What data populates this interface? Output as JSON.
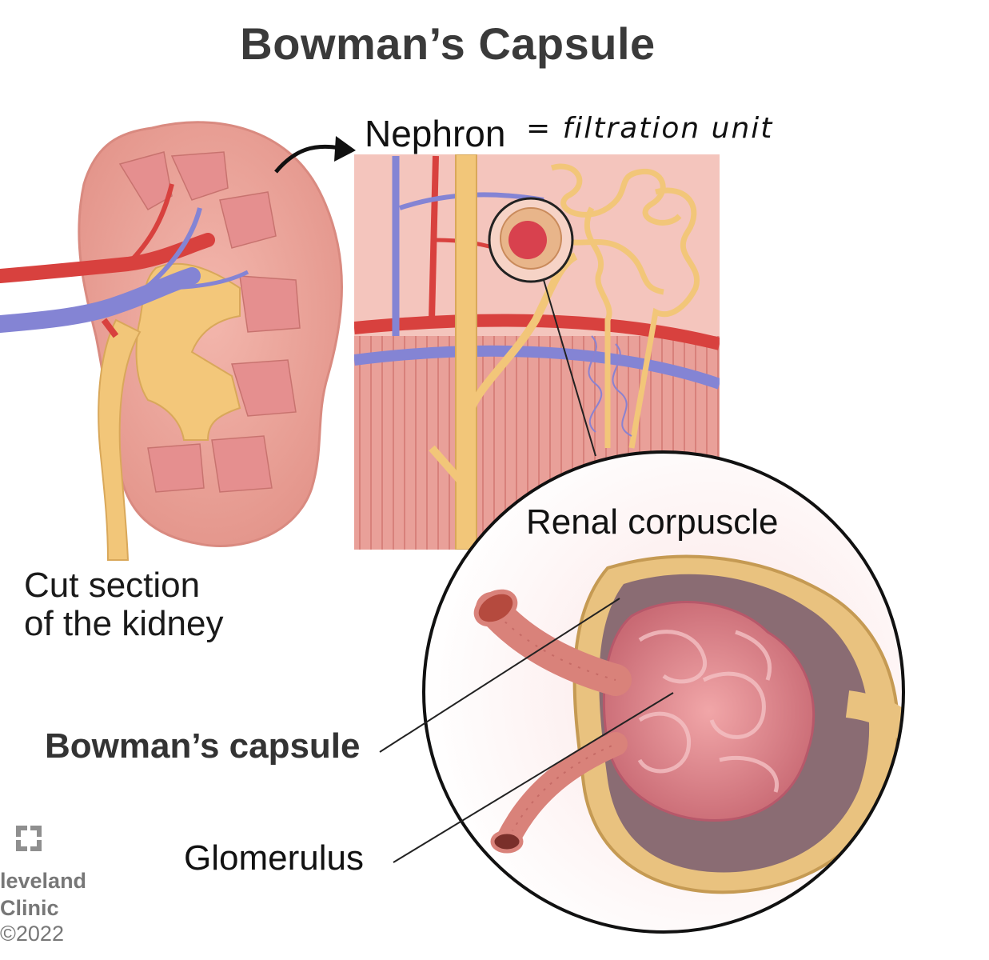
{
  "title": "Bowman’s Capsule",
  "nephron": {
    "label": "Nephron",
    "note": "= filtration unit"
  },
  "kidney_label": [
    "Cut section",
    "of the kidney"
  ],
  "renal_label": "Renal corpuscle",
  "bowman_label": "Bowman’s capsule",
  "glomerulus_label": "Glomerulus",
  "logo": {
    "line1": "leveland",
    "line2": "Clinic",
    "year": "©2022"
  },
  "colors": {
    "kidney": "#eda39a",
    "kidney_dark": "#d4776f",
    "artery": "#d8413e",
    "vein": "#7f7fd0",
    "ureter": "#f2c679",
    "capsule": "#e9c27f",
    "glomerulus": "#d97c83"
  }
}
